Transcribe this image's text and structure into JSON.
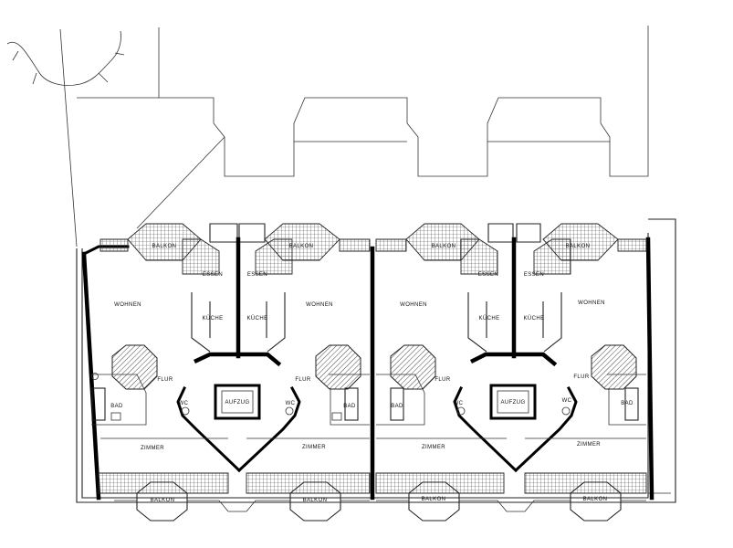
{
  "labels": {
    "balkon": "BALKON",
    "essen": "ESSEN",
    "wohnen": "WOHNEN",
    "kueche": "KÜCHE",
    "flur": "FLUR",
    "bad": "BAD",
    "wc": "WC",
    "aufzug": "AUFZUG",
    "zimmer": "ZIMMER"
  },
  "colors": {
    "ink": "#000000",
    "paper": "#ffffff"
  }
}
